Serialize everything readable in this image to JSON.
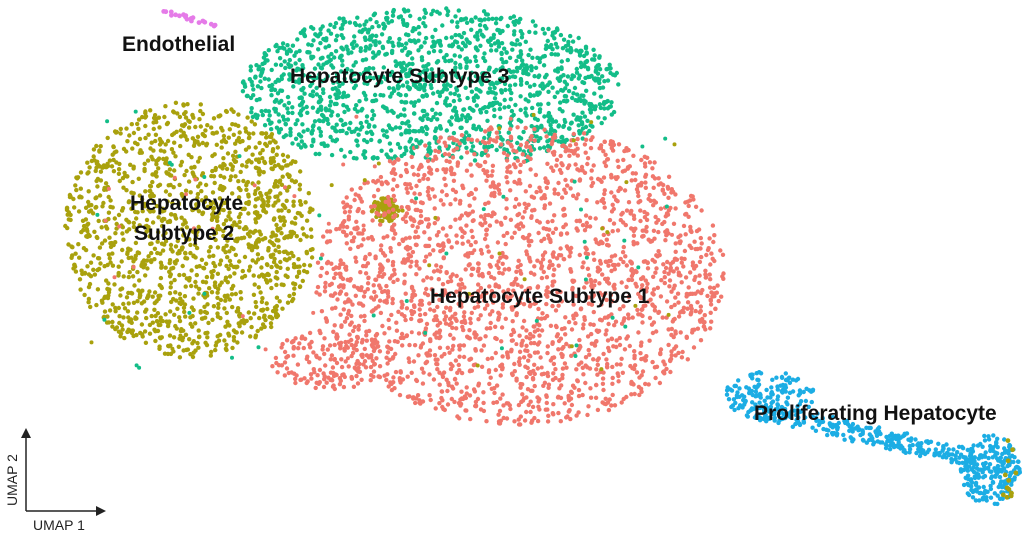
{
  "chart_data": {
    "type": "scatter",
    "title": "",
    "xlabel": "UMAP 1",
    "ylabel": "UMAP 2",
    "grid": false,
    "legend": "none",
    "series": [
      {
        "name": "Hepatocyte Subtype 1",
        "color": "#F0776C"
      },
      {
        "name": "Hepatocyte Subtype 2",
        "color": "#A9A10D"
      },
      {
        "name": "Hepatocyte Subtype 3",
        "color": "#13BD88"
      },
      {
        "name": "Proliferating Hepatocyte",
        "color": "#1CADE4"
      },
      {
        "name": "Endothelial",
        "color": "#E57BE8"
      }
    ],
    "annotations": [
      {
        "text": "Endothelial",
        "series": "Endothelial"
      },
      {
        "text": "Hepatocyte Subtype 3",
        "series": "Hepatocyte Subtype 3"
      },
      {
        "text": "Hepatocyte",
        "series": "Hepatocyte Subtype 2"
      },
      {
        "text": "Subtype 2",
        "series": "Hepatocyte Subtype 2"
      },
      {
        "text": "Hepatocyte Subtype 1",
        "series": "Hepatocyte Subtype 1"
      },
      {
        "text": "Proliferating Hepatocyte",
        "series": "Proliferating Hepatocyte"
      }
    ]
  }
}
